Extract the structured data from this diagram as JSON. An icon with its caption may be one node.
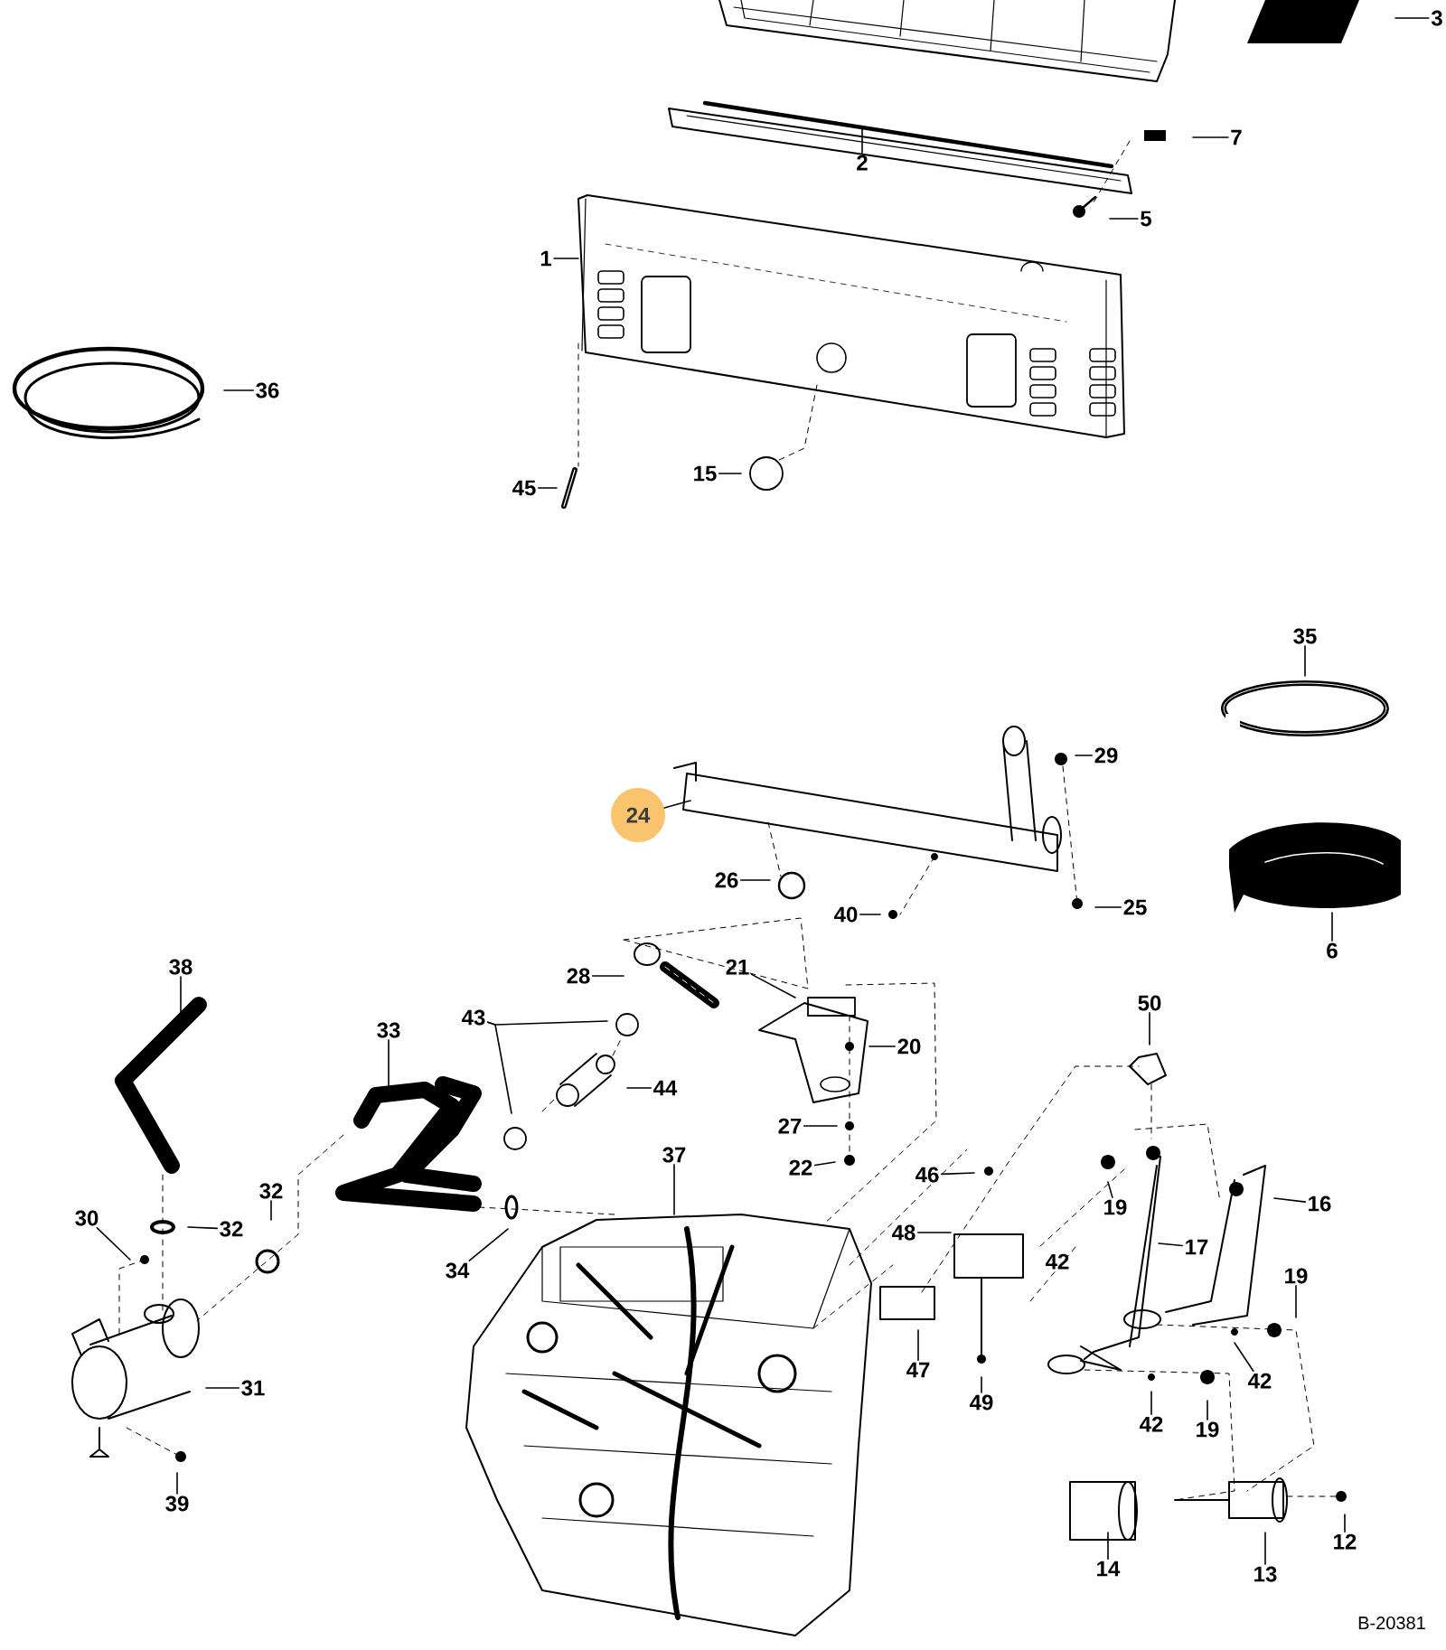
{
  "diagram": {
    "nodes": [
      {
        "text": [
          "3"
        ]
      },
      {
        "text": [
          "7"
        ]
      },
      {
        "text": [
          "2"
        ]
      },
      {
        "text": [
          "5"
        ]
      },
      {
        "text": [
          "1"
        ]
      },
      {
        "text": [
          "36"
        ]
      },
      {
        "text": [
          "15"
        ]
      },
      {
        "text": [
          "45"
        ]
      },
      {
        "text": [
          "35"
        ]
      },
      {
        "text": [
          "29"
        ]
      },
      {
        "text": [
          "24"
        ]
      },
      {
        "text": [
          "26"
        ]
      },
      {
        "text": [
          "40"
        ]
      },
      {
        "text": [
          "25"
        ]
      },
      {
        "text": [
          "6"
        ]
      },
      {
        "text": [
          "28"
        ]
      },
      {
        "text": [
          "21"
        ]
      },
      {
        "text": [
          "38"
        ]
      },
      {
        "text": [
          "50"
        ]
      },
      {
        "text": [
          "43"
        ]
      },
      {
        "text": [
          "33"
        ]
      },
      {
        "text": [
          "20"
        ]
      },
      {
        "text": [
          "44"
        ]
      },
      {
        "text": [
          "27"
        ]
      },
      {
        "text": [
          "37"
        ]
      },
      {
        "text": [
          "22"
        ]
      },
      {
        "text": [
          "46"
        ]
      },
      {
        "text": [
          "32"
        ]
      },
      {
        "text": [
          "19"
        ]
      },
      {
        "text": [
          "16"
        ]
      },
      {
        "text": [
          "30"
        ]
      },
      {
        "text": [
          "32"
        ]
      },
      {
        "text": [
          "48"
        ]
      },
      {
        "text": [
          "17"
        ]
      },
      {
        "text": [
          "34"
        ]
      },
      {
        "text": [
          "19"
        ]
      },
      {
        "text": [
          "47"
        ]
      },
      {
        "text": [
          "31"
        ]
      },
      {
        "text": [
          "42"
        ]
      },
      {
        "text": [
          "49"
        ]
      },
      {
        "text": [
          "42"
        ]
      },
      {
        "text": [
          "19"
        ]
      },
      {
        "text": [
          "39"
        ]
      },
      {
        "text": [
          "12"
        ]
      },
      {
        "text": [
          "14"
        ]
      },
      {
        "text": [
          "13"
        ]
      }
    ],
    "edges": [
      {
        "from": 0,
        "to": null,
        "arrow": "none"
      },
      {
        "from": 1,
        "to": null,
        "arrow": "none"
      },
      {
        "from": 2,
        "to": null,
        "arrow": "none"
      },
      {
        "from": 3,
        "to": null,
        "arrow": "none"
      },
      {
        "from": 4,
        "to": null,
        "arrow": "none"
      },
      {
        "from": 5,
        "to": null,
        "arrow": "none"
      },
      {
        "from": 6,
        "to": null,
        "arrow": "none"
      },
      {
        "from": 7,
        "to": null,
        "arrow": "none"
      },
      {
        "from": 8,
        "to": null,
        "arrow": "none"
      },
      {
        "from": 9,
        "to": null,
        "arrow": "none"
      },
      {
        "from": 10,
        "to": null,
        "arrow": "none"
      },
      {
        "from": 11,
        "to": null,
        "arrow": "none"
      },
      {
        "from": 12,
        "to": null,
        "arrow": "none"
      },
      {
        "from": 13,
        "to": null,
        "arrow": "none"
      },
      {
        "from": 14,
        "to": null,
        "arrow": "none"
      },
      {
        "from": 15,
        "to": null,
        "arrow": "none"
      },
      {
        "from": 16,
        "to": null,
        "arrow": "none"
      },
      {
        "from": 17,
        "to": null,
        "arrow": "none"
      },
      {
        "from": 18,
        "to": null,
        "arrow": "none"
      },
      {
        "from": 19,
        "to": null,
        "arrow": "none"
      },
      {
        "from": 19,
        "to": null,
        "arrow": "none"
      },
      {
        "from": 20,
        "to": null,
        "arrow": "none"
      },
      {
        "from": 21,
        "to": null,
        "arrow": "none"
      },
      {
        "from": 22,
        "to": null,
        "arrow": "none"
      },
      {
        "from": 23,
        "to": null,
        "arrow": "none"
      },
      {
        "from": 24,
        "to": null,
        "arrow": "none"
      },
      {
        "from": 25,
        "to": null,
        "arrow": "none"
      },
      {
        "from": 26,
        "to": null,
        "arrow": "none"
      },
      {
        "from": 27,
        "to": null,
        "arrow": "none"
      },
      {
        "from": 28,
        "to": null,
        "arrow": "none"
      },
      {
        "from": 29,
        "to": null,
        "arrow": "none"
      },
      {
        "from": 30,
        "to": null,
        "arrow": "none"
      },
      {
        "from": 31,
        "to": null,
        "arrow": "none"
      },
      {
        "from": 32,
        "to": null,
        "arrow": "none"
      },
      {
        "from": 33,
        "to": null,
        "arrow": "none"
      },
      {
        "from": 34,
        "to": null,
        "arrow": "none"
      },
      {
        "from": 35,
        "to": null,
        "arrow": "none"
      },
      {
        "from": 36,
        "to": null,
        "arrow": "none"
      },
      {
        "from": 37,
        "to": null,
        "arrow": "none"
      },
      {
        "from": 38,
        "to": null,
        "arrow": "none"
      },
      {
        "from": 39,
        "to": null,
        "arrow": "none"
      },
      {
        "from": 40,
        "to": null,
        "arrow": "none"
      },
      {
        "from": 41,
        "to": null,
        "arrow": "none"
      },
      {
        "from": 42,
        "to": null,
        "arrow": "none"
      },
      {
        "from": 43,
        "to": null,
        "arrow": "none"
      },
      {
        "from": 44,
        "to": null,
        "arrow": "none"
      },
      {
        "from": 45,
        "to": null,
        "arrow": "none"
      }
    ],
    "labels": [
      "42",
      "B-20381"
    ]
  }
}
